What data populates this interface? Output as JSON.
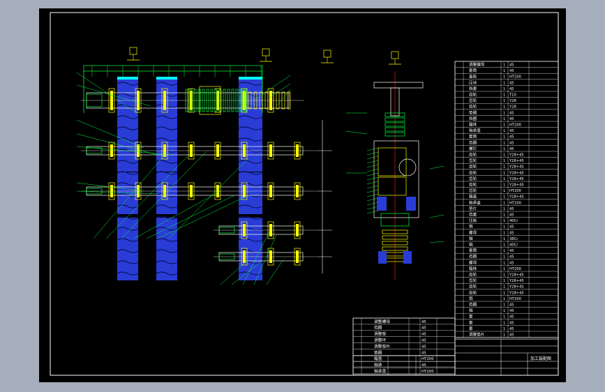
{
  "colors": {
    "background": "#a6adbb",
    "sheet": "#000000",
    "frame": "#ffffff",
    "green": "#00ff3c",
    "yellow": "#ffff00",
    "cyan": "#00ffff",
    "blue": "#2a3cd6",
    "red": "#ff2020",
    "white": "#ffffff"
  },
  "icons": {
    "datum_marks": "datum-symbol-icon"
  },
  "parts_table": {
    "rows": [
      {
        "name": "调整螺母",
        "material": "45"
      },
      {
        "name": "套筒",
        "material": "45"
      },
      {
        "name": "盖板",
        "material": "HT200"
      },
      {
        "name": "压块",
        "material": "45"
      },
      {
        "name": "挡套",
        "material": "45"
      },
      {
        "name": "齿轮",
        "material": "T10"
      },
      {
        "name": "齿轮",
        "material": "Y28"
      },
      {
        "name": "齿轮",
        "material": "Y28"
      },
      {
        "name": "垫圈",
        "material": "45"
      },
      {
        "name": "挡圈",
        "material": "45"
      },
      {
        "name": "箱体",
        "material": "HT200"
      },
      {
        "name": "轴承盖",
        "material": "45"
      },
      {
        "name": "套筒",
        "material": "45"
      },
      {
        "name": "挡圈",
        "material": "45"
      },
      {
        "name": "螺钉",
        "material": "45"
      },
      {
        "name": "齿轮",
        "material": "Y28+45"
      },
      {
        "name": "齿轮",
        "material": "Y28+45"
      },
      {
        "name": "齿轮",
        "material": "Y28+45"
      },
      {
        "name": "齿轮",
        "material": "Y28+45"
      },
      {
        "name": "齿轮",
        "material": "Y28+45"
      },
      {
        "name": "齿轮",
        "material": "Y28+45"
      },
      {
        "name": "齿轮",
        "material": "HT200"
      },
      {
        "name": "箱盖",
        "material": "Y28+45"
      },
      {
        "name": "轴承盖",
        "material": "HT200"
      },
      {
        "name": "垫片",
        "material": "45"
      },
      {
        "name": "挡套",
        "material": "45"
      },
      {
        "name": "压板",
        "material": "40Cr"
      },
      {
        "name": "销",
        "material": "45"
      },
      {
        "name": "螺母",
        "material": "45"
      },
      {
        "name": "轴",
        "material": "38Cr"
      },
      {
        "name": "轴",
        "material": "40Cr"
      },
      {
        "name": "套筒",
        "material": "45"
      },
      {
        "name": "挡圈",
        "material": "45"
      },
      {
        "name": "螺母",
        "material": "45"
      },
      {
        "name": "箱体",
        "material": "HT200"
      },
      {
        "name": "齿轮",
        "material": "Y28+45"
      },
      {
        "name": "齿轮",
        "material": "Y28+45"
      },
      {
        "name": "齿轮",
        "material": "Y28+45"
      },
      {
        "name": "齿轮",
        "material": "Y28+45"
      },
      {
        "name": "销",
        "material": "HT200"
      },
      {
        "name": "挡圈",
        "material": "45"
      },
      {
        "name": "轴",
        "material": "45"
      },
      {
        "name": "套",
        "material": "45"
      },
      {
        "name": "套",
        "material": "45"
      },
      {
        "name": "套",
        "material": "45"
      },
      {
        "name": "调整垫片",
        "material": "45"
      }
    ]
  },
  "lower_table": {
    "rows": [
      {
        "name": "调整螺母",
        "material": "45"
      },
      {
        "name": "挡圈",
        "material": "45"
      },
      {
        "name": "调整垫",
        "material": "45"
      },
      {
        "name": "调整环",
        "material": "45"
      },
      {
        "name": "调整垫片",
        "material": "45"
      },
      {
        "name": "垫圈",
        "material": "45"
      },
      {
        "name": "箱盖",
        "material": "HT200"
      },
      {
        "name": "轴承",
        "material": "45"
      },
      {
        "name": "轴承盖",
        "material": "HT200"
      }
    ]
  },
  "title_block": {
    "title": "加工装配图"
  }
}
